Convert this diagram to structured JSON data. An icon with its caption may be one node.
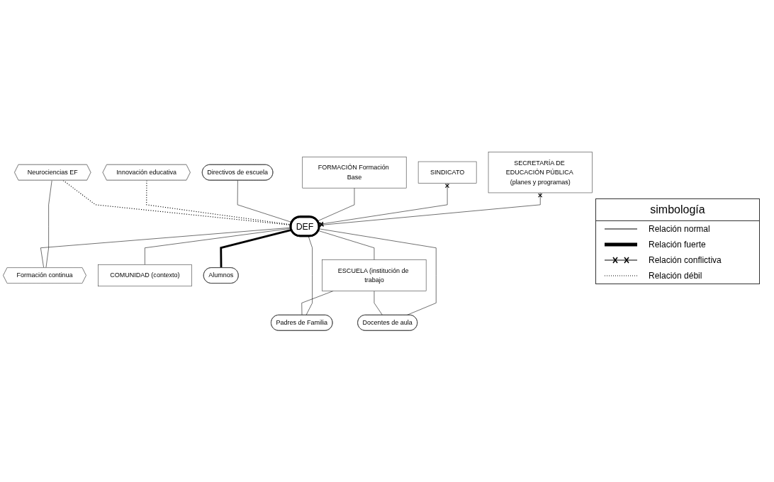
{
  "diagram": {
    "nodes": [
      {
        "text": [
          "SECRETARÍA DE EDUCACIÓN PÚBLICA (planes y programas)"
        ]
      },
      {
        "text": [
          "SINDICATO"
        ]
      },
      {
        "text": [
          "FORMACIÓN Formación Base"
        ]
      },
      {
        "text": [
          "Directivos de escuela"
        ]
      },
      {
        "text": [
          "Innovación educativa"
        ]
      },
      {
        "text": [
          "Neurociencias EF"
        ]
      },
      {
        "text": [
          "DEF"
        ]
      },
      {
        "text": [
          "Formación continua"
        ]
      },
      {
        "text": [
          "COMUNIDAD (contexto)"
        ]
      },
      {
        "text": [
          "Alumnos"
        ]
      },
      {
        "text": [
          "ESCUELA (institución de trabajo"
        ]
      },
      {
        "text": [
          "Padres de Familia"
        ]
      },
      {
        "text": [
          "Docentes de aula"
        ]
      }
    ],
    "edges": [
      {
        "from": 0,
        "to": 6,
        "arrow": "other"
      },
      {
        "from": 1,
        "to": 6,
        "arrow": "other"
      },
      {
        "from": 2,
        "to": 6,
        "arrow": "none"
      },
      {
        "from": 3,
        "to": 6,
        "arrow": "none"
      },
      {
        "from": 4,
        "to": 6,
        "arrow": "none",
        "style": "dashed"
      },
      {
        "from": 5,
        "to": 6,
        "arrow": "none",
        "style": "dashed"
      },
      {
        "from": 5,
        "to": 7,
        "arrow": "none"
      },
      {
        "from": 6,
        "to": 7,
        "arrow": "none"
      },
      {
        "from": 6,
        "to": 8,
        "arrow": "none"
      },
      {
        "from": 6,
        "to": 9,
        "arrow": "none",
        "style": "thick"
      },
      {
        "from": 6,
        "to": 10,
        "arrow": "none"
      },
      {
        "from": 6,
        "to": 11,
        "arrow": "none"
      },
      {
        "from": 6,
        "to": 12,
        "arrow": "none"
      },
      {
        "from": 10,
        "to": 11,
        "arrow": "none"
      },
      {
        "from": 10,
        "to": 12,
        "arrow": "none"
      }
    ],
    "labels": [
      "simbología"
    ],
    "legend": [
      {
        "text": "Relación normal"
      },
      {
        "text": "Relación fuerte"
      },
      {
        "text": "Relación conflictiva"
      },
      {
        "text": "Relación débil"
      }
    ]
  }
}
